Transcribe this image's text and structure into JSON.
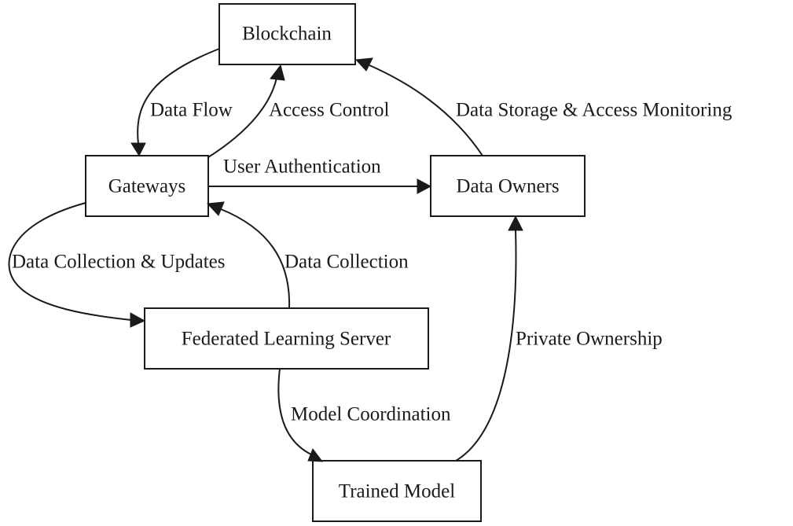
{
  "nodes": {
    "blockchain": "Blockchain",
    "gateways": "Gateways",
    "data_owners": "Data Owners",
    "federated_learning_server": "Federated Learning Server",
    "trained_model": "Trained Model"
  },
  "edges": {
    "data_flow": "Data Flow",
    "access_control": "Access Control",
    "data_storage_access_monitoring": "Data Storage & Access Monitoring",
    "user_authentication": "User Authentication",
    "data_collection_updates": "Data Collection & Updates",
    "data_collection": "Data Collection",
    "private_ownership": "Private Ownership",
    "model_coordination": "Model Coordination"
  }
}
